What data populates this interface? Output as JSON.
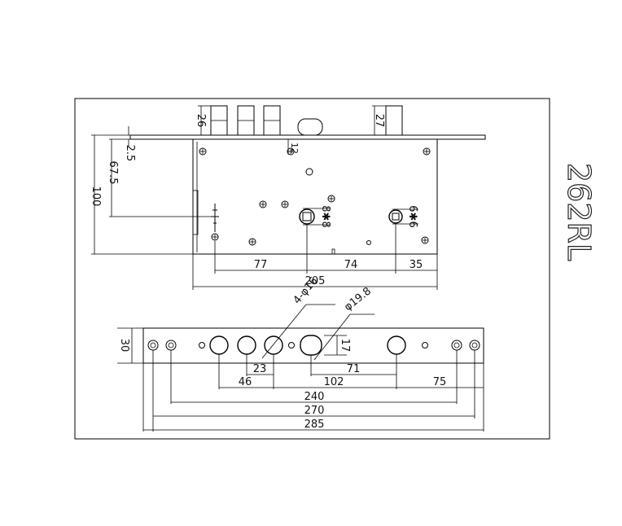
{
  "model": "262RL",
  "top_view": {
    "dims": {
      "bolt_height": "26",
      "latch_height": "27",
      "d12": "12",
      "d2_5": "2.5",
      "d67_5": "67.5",
      "d100": "100",
      "sq8": "8✱8",
      "sq6": "6✱6",
      "d77": "77",
      "d74": "74",
      "d35": "35",
      "d205": "205"
    }
  },
  "front_view": {
    "dims": {
      "hole_spec": "4-φ16",
      "cyl_spec": "φ19.8",
      "d30": "30",
      "d17": "17",
      "d23": "23",
      "d46": "46",
      "d71": "71",
      "d102": "102",
      "d75": "75",
      "d240": "240",
      "d270": "270",
      "d285": "285"
    }
  }
}
